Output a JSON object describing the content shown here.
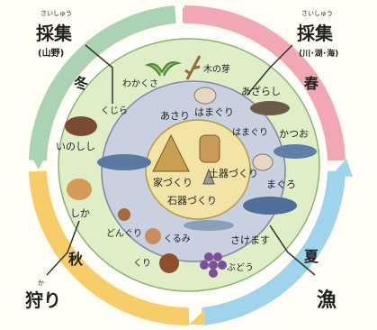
{
  "corner_labels": {
    "top_left": {
      "main": "採集",
      "ruby": "さいしゅう",
      "sub": "(山野)"
    },
    "top_right": {
      "main": "採集",
      "ruby": "さいしゅう",
      "sub": "(川･湖･海)"
    },
    "bottom_left": {
      "main": "狩り",
      "ruby": "か"
    },
    "bottom_right": {
      "main": "漁"
    }
  },
  "seasons": {
    "spring": "春",
    "summer": "夏",
    "autumn": "秋",
    "winter": "冬"
  },
  "season_colors": {
    "spring": "#f2a7b4",
    "summer": "#9fd4ec",
    "autumn": "#f7cd6a",
    "winter": "#a9d3b2"
  },
  "middle_ring": {
    "items": [
      "わかくさ",
      "木の芽",
      "あさり",
      "はまぐり",
      "あざらし",
      "かつお",
      "まぐろ",
      "さけます",
      "ぶどう",
      "くるみ",
      "くり",
      "どんぐり",
      "しか",
      "いのしし",
      "くじら"
    ]
  },
  "inner_ring": {
    "items": [
      "はまぐり"
    ]
  },
  "center": {
    "items": [
      "家づくり",
      "土器づくり",
      "石器づくり"
    ]
  }
}
